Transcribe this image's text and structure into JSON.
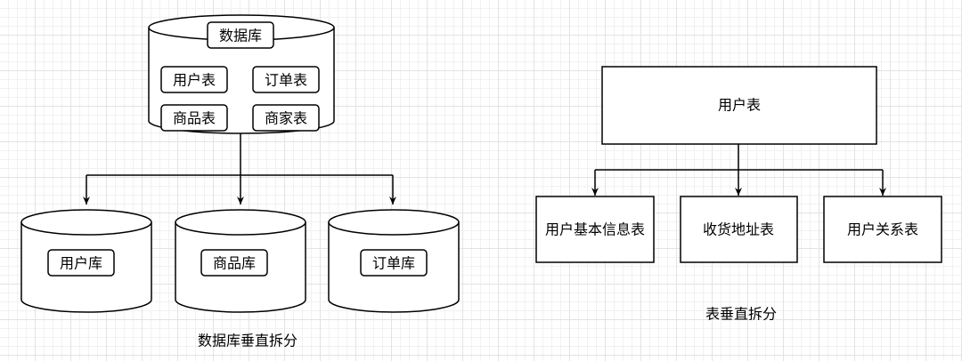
{
  "left": {
    "source_db": {
      "label": "数据库",
      "tables": [
        "用户表",
        "订单表",
        "商品表",
        "商家表"
      ]
    },
    "target_dbs": [
      "用户库",
      "商品库",
      "订单库"
    ],
    "caption": "数据库垂直拆分"
  },
  "right": {
    "source_table": "用户表",
    "target_tables": [
      "用户基本信息表",
      "收货地址表",
      "用户关系表"
    ],
    "caption": "表垂直拆分"
  },
  "colors": {
    "stroke": "#000000",
    "fill": "#ffffff",
    "grid": "#e3e3e3"
  }
}
